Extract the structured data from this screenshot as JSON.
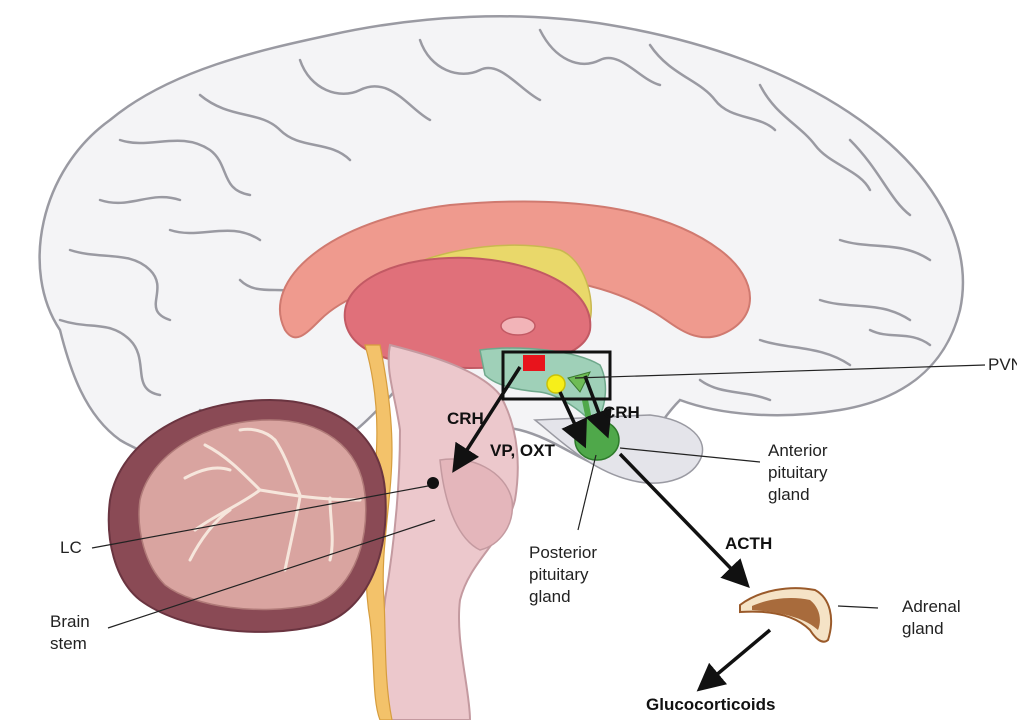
{
  "labels": {
    "pvn": "PVN",
    "crh_left": "CRH",
    "crh_right": "CRH",
    "vp_oxt": "VP, OXT",
    "anterior_pituitary": "Anterior\npituitary\ngland",
    "posterior_pituitary": "Posterior\npituitary\ngland",
    "lc": "LC",
    "brain_stem": "Brain\nstem",
    "acth": "ACTH",
    "adrenal_gland": "Adrenal\ngland",
    "glucocorticoids": "Glucocorticoids"
  },
  "colors": {
    "cortex_fill": "#f4f4f6",
    "cortex_stroke": "#9a9aa2",
    "corpus_callosum": "#ef9a8e",
    "thalamus": "#e0707a",
    "fornix": "#e9d86a",
    "brainstem": "#ecc8cc",
    "cerebellum_outer": "#8a4a55",
    "cerebellum_inner": "#d9a4a0",
    "hypothalamus": "#9fd0b8",
    "pituitary": "#4fa84a",
    "pvn_marker": "#e8141c",
    "yellow_marker": "#f7ef1a",
    "adrenal": "#c98a4e",
    "arrow": "#111111"
  }
}
